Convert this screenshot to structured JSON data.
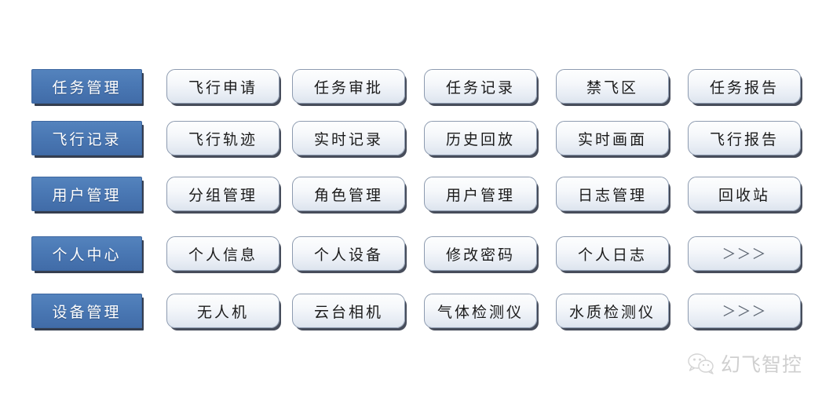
{
  "menu": {
    "accent_blue": "#4a78b4",
    "item_bg": "#f2f5fa",
    "rows": [
      {
        "category": "任务管理",
        "items": [
          "飞行申请",
          "任务审批",
          "任务记录",
          "禁飞区",
          "任务报告"
        ]
      },
      {
        "category": "飞行记录",
        "items": [
          "飞行轨迹",
          "实时记录",
          "历史回放",
          "实时画面",
          "飞行报告"
        ]
      },
      {
        "category": "用户管理",
        "items": [
          "分组管理",
          "角色管理",
          "用户管理",
          "日志管理",
          "回收站"
        ]
      },
      {
        "category": "个人中心",
        "items": [
          "个人信息",
          "个人设备",
          "修改密码",
          "个人日志",
          "＞＞＞"
        ]
      },
      {
        "category": "设备管理",
        "items": [
          "无人机",
          "云台相机",
          "气体检测仪",
          "水质检测仪",
          "＞＞＞"
        ]
      }
    ]
  },
  "watermark": {
    "icon": "wechat-icon",
    "text": "幻飞智控"
  }
}
